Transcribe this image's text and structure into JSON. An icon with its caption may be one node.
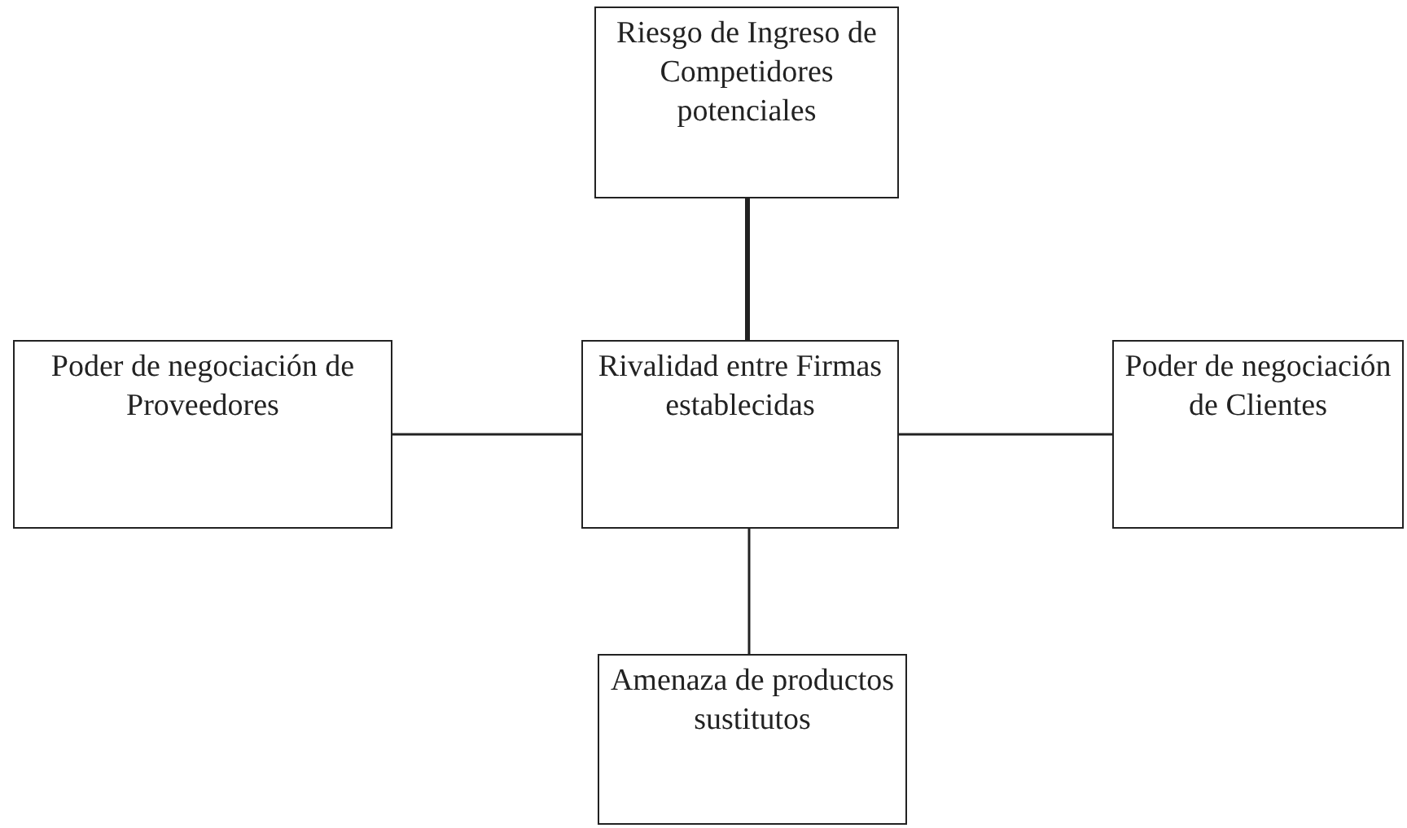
{
  "diagram": {
    "nodes": [
      {
        "text": [
          "Riesgo de Ingreso de Competidores potenciales"
        ]
      },
      {
        "text": [
          "Poder de negociación de Proveedores"
        ]
      },
      {
        "text": [
          "Rivalidad entre Firmas establecidas"
        ]
      },
      {
        "text": [
          "Poder de negociación de Clientes"
        ]
      },
      {
        "text": [
          "Amenaza de productos sustitutos"
        ]
      }
    ],
    "edges": [
      {
        "from": 0,
        "to": 2,
        "arrow": "none",
        "style": "thick"
      },
      {
        "from": 1,
        "to": 2,
        "arrow": "none"
      },
      {
        "from": 2,
        "to": 3,
        "arrow": "none"
      },
      {
        "from": 2,
        "to": 4,
        "arrow": "none"
      }
    ]
  }
}
